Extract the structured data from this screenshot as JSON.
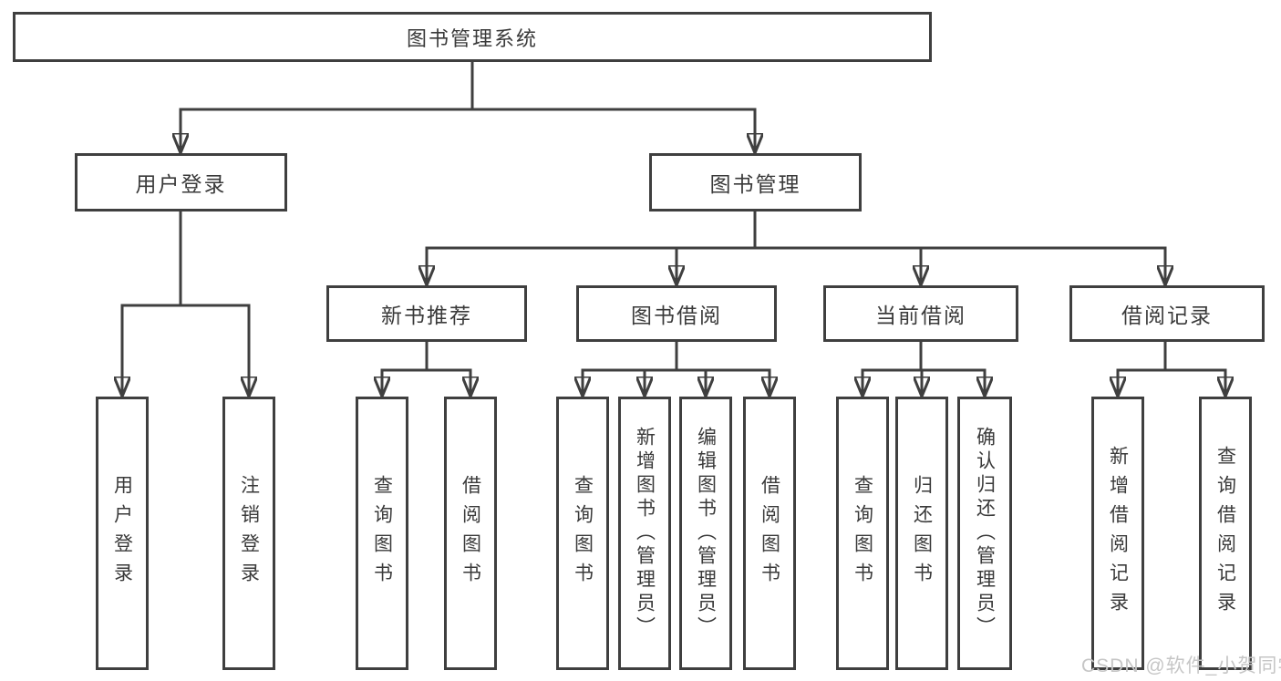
{
  "colors": {
    "line": "#3f3f3f",
    "text": "#3a3a3a",
    "background": "#ffffff",
    "watermark": "#c6c6c6"
  },
  "watermark": "CSDN @软件_小贺同学",
  "tree": {
    "label": "图书管理系统",
    "children": [
      {
        "label": "用户登录",
        "children": [
          {
            "label": "用户登录"
          },
          {
            "label": "注销登录"
          }
        ]
      },
      {
        "label": "图书管理",
        "children": [
          {
            "label": "新书推荐",
            "children": [
              {
                "label": "查询图书"
              },
              {
                "label": "借阅图书"
              }
            ]
          },
          {
            "label": "图书借阅",
            "children": [
              {
                "label": "查询图书"
              },
              {
                "label": "新增图书（管理员）"
              },
              {
                "label": "编辑图书（管理员）"
              },
              {
                "label": "借阅图书"
              }
            ]
          },
          {
            "label": "当前借阅",
            "children": [
              {
                "label": "查询图书"
              },
              {
                "label": "归还图书"
              },
              {
                "label": "确认归还（管理员）"
              }
            ]
          },
          {
            "label": "借阅记录",
            "children": [
              {
                "label": "新增借阅记录"
              },
              {
                "label": "查询借阅记录"
              }
            ]
          }
        ]
      }
    ]
  }
}
